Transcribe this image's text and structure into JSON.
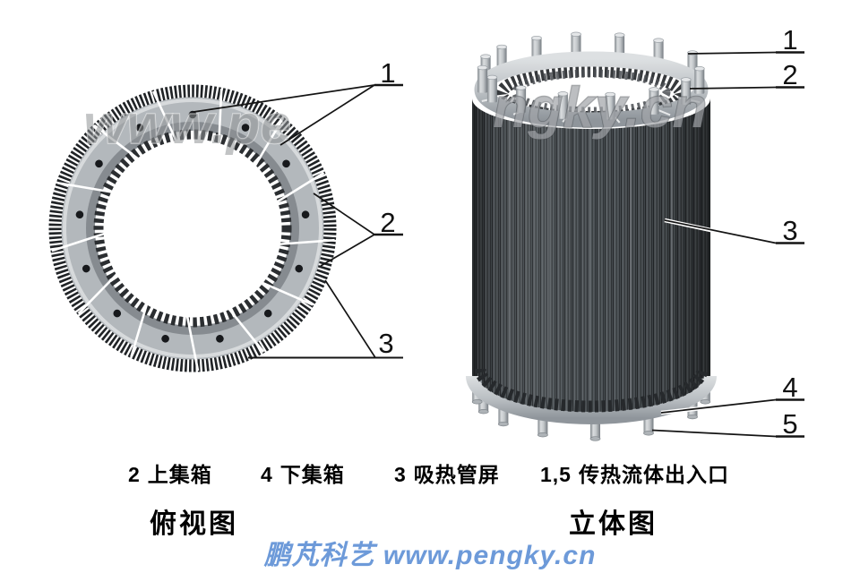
{
  "figure_left": {
    "caption": "俯视图",
    "watermark": "www.pe",
    "labels": [
      {
        "text": "1"
      },
      {
        "text": "2"
      },
      {
        "text": "3"
      }
    ]
  },
  "figure_right": {
    "caption": "立体图",
    "watermark": "ngky.cn",
    "labels": [
      {
        "text": "1"
      },
      {
        "text": "2"
      },
      {
        "text": "3"
      },
      {
        "text": "4"
      },
      {
        "text": "5"
      }
    ]
  },
  "legend": {
    "items": [
      {
        "num": "2",
        "label": "上集箱"
      },
      {
        "num": "4",
        "label": "下集箱"
      },
      {
        "num": "3",
        "label": "吸热管屏"
      },
      {
        "num": "1,5",
        "label": "传热流体出入口"
      }
    ]
  },
  "footer": {
    "watermark": "鹏芃科艺 www.pengky.cn"
  },
  "colors": {
    "background": "#ffffff",
    "tube_dark": "#26292c",
    "tube_mid": "#5d6367",
    "header_light": "#c6cacd",
    "callout_line": "#141414",
    "figure_watermark_gray": "#9a9ea1",
    "footer_watermark_blue": "#6d9ad9",
    "text": "#000000"
  }
}
